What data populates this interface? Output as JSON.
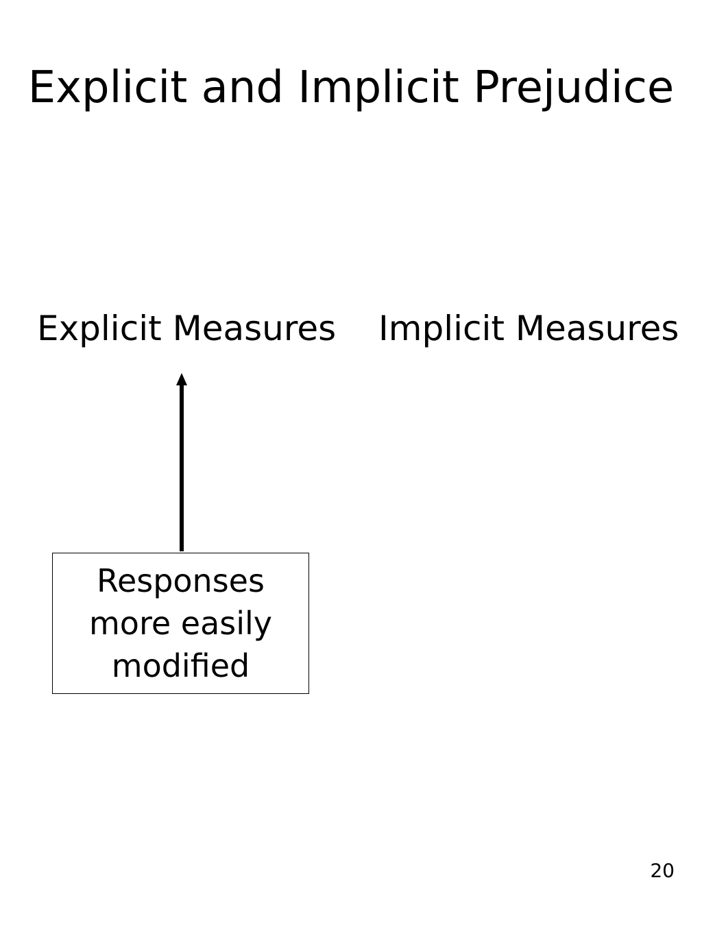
{
  "slide": {
    "title": "Explicit and Implicit Prejudice",
    "page_number": "20"
  },
  "diagram": {
    "explicit_label": "Explicit Measures",
    "implicit_label": "Implicit Measures",
    "note_lines": [
      "Responses",
      "more easily",
      "modified"
    ],
    "arrow_direction": "up",
    "arrow_from": "note-box",
    "arrow_to": "explicit-measures-label"
  }
}
